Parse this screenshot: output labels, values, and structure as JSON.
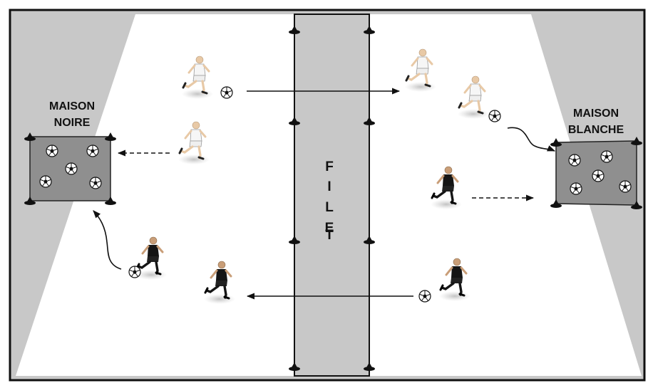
{
  "houses": {
    "left": {
      "line1": "MAISON",
      "line2": "NOIRE"
    },
    "right": {
      "line1": "MAISON",
      "line2": "BLANCHE"
    }
  },
  "net": {
    "letters": [
      "F",
      "I",
      "L",
      "E",
      "T"
    ]
  },
  "colors": {
    "field_outer": "#c8c8c8",
    "field_inner": "#ffffff",
    "house_fill": "#8f8f8f",
    "net_fill": "#c8c8c8",
    "cone": "#111111",
    "white_team": "#f4f4f4",
    "black_team": "#151515"
  },
  "icons": [
    "soccer-ball-icon",
    "cone-icon",
    "player-white-icon",
    "player-black-icon",
    "arrow-icon"
  ]
}
